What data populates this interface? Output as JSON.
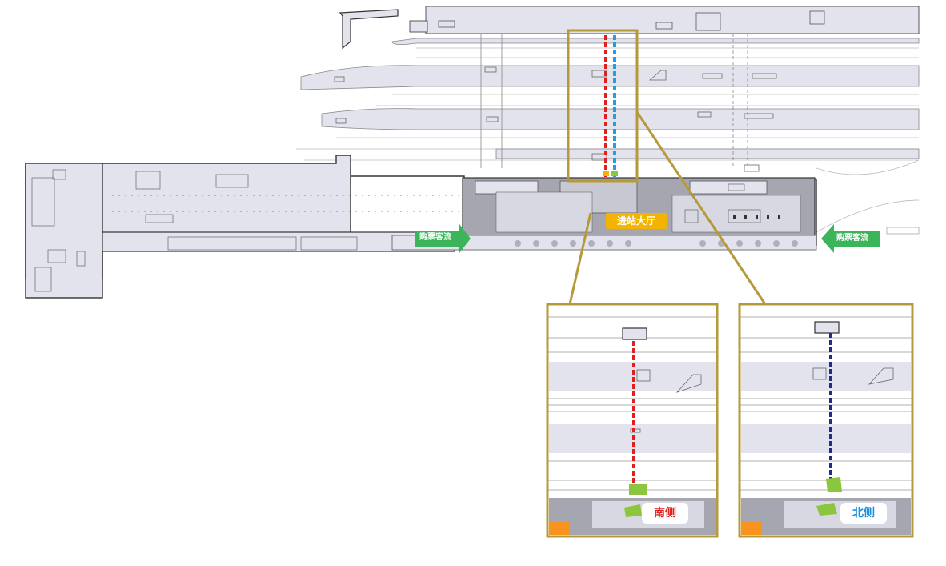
{
  "labels": {
    "entrance_hall": "进站大厅",
    "ticket_flow_left": "购票客流",
    "ticket_flow_right": "购票客流",
    "south_side": "南侧",
    "north_side": "北侧"
  },
  "colors": {
    "frame": "#b59a3a",
    "hall": "#f2b400",
    "flow_arrow": "#3cb45a",
    "south_line": "#e0201e",
    "north_line_overview": "#1ea0e6",
    "north_line_inset": "#1e2b8c",
    "building_fill": "#e3e3ee",
    "concourse_fill": "#a6a6b0",
    "passenger_marker": "#8cc63f",
    "accent_orange": "#f7941d"
  },
  "icons": {
    "flow_arrow": "right-arrow-icon",
    "flow_arrow_reverse": "left-arrow-icon"
  }
}
